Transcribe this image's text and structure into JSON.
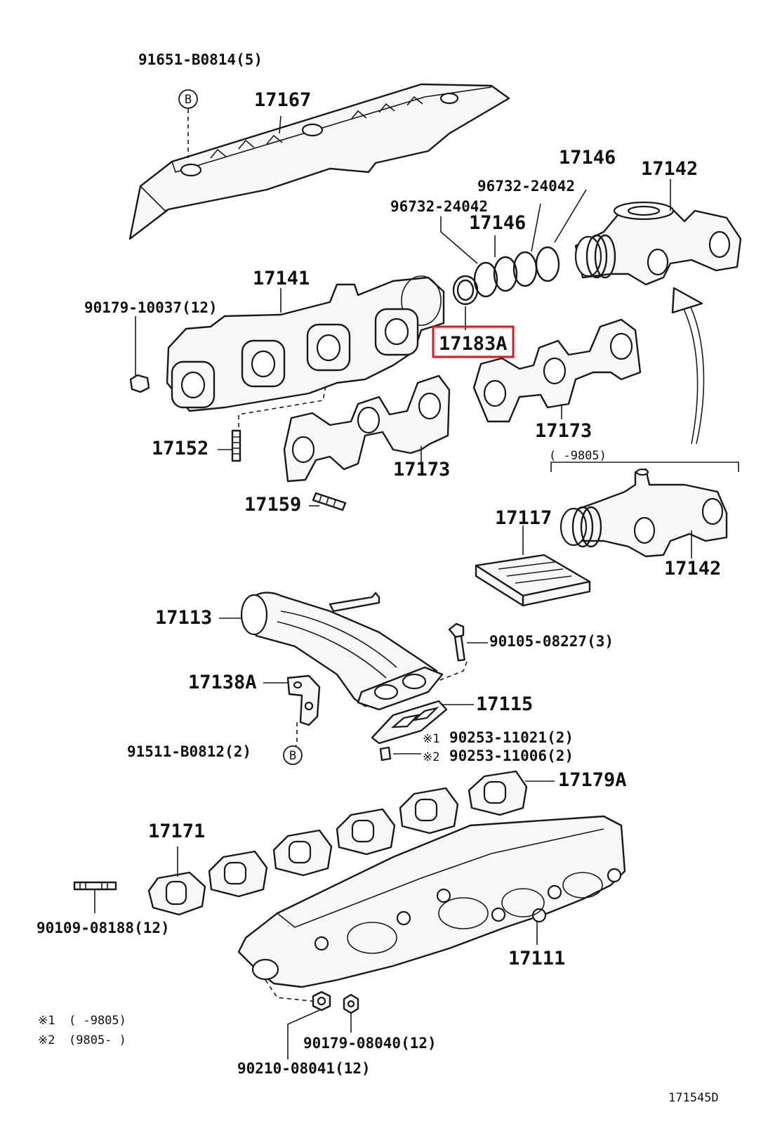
{
  "labels": {
    "p91651": "91651-B0814(5)",
    "p17167": "17167",
    "p17146_top": "17146",
    "p17142_top": "17142",
    "p96732_a": "96732-24042",
    "p96732_b": "96732-24042",
    "p17146_mid": "17146",
    "p17141": "17141",
    "p90179_10037": "90179-10037(12)",
    "p17183A": "17183A",
    "p17173_right": "17173",
    "p17152": "17152",
    "p17173_left": "17173",
    "p17159": "17159",
    "range_top": "(    -9805)",
    "p17117": "17117",
    "p17142_bottom": "17142",
    "p17113": "17113",
    "p90105": "90105-08227(3)",
    "p17138A": "17138A",
    "p17115": "17115",
    "p91511": "91511-B0812(2)",
    "p90253_11021": "90253-11021(2)",
    "p90253_11006": "90253-11006(2)",
    "p17179A": "17179A",
    "p17171": "17171",
    "p90109": "90109-08188(12)",
    "p17111": "17111",
    "p90179_08040": "90179-08040(12)",
    "p90210": "90210-08041(12)",
    "mark1": "※1",
    "mark2": "※2",
    "note1_mark": "※1",
    "note1_text": "(       -9805)",
    "note2_mark": "※2",
    "note2_text": "(9805-       )",
    "circle_b1": "B",
    "circle_b2": "B",
    "diagram_id": "171545D"
  },
  "highlight": {
    "part": "17183A",
    "color": "#e8141c"
  }
}
